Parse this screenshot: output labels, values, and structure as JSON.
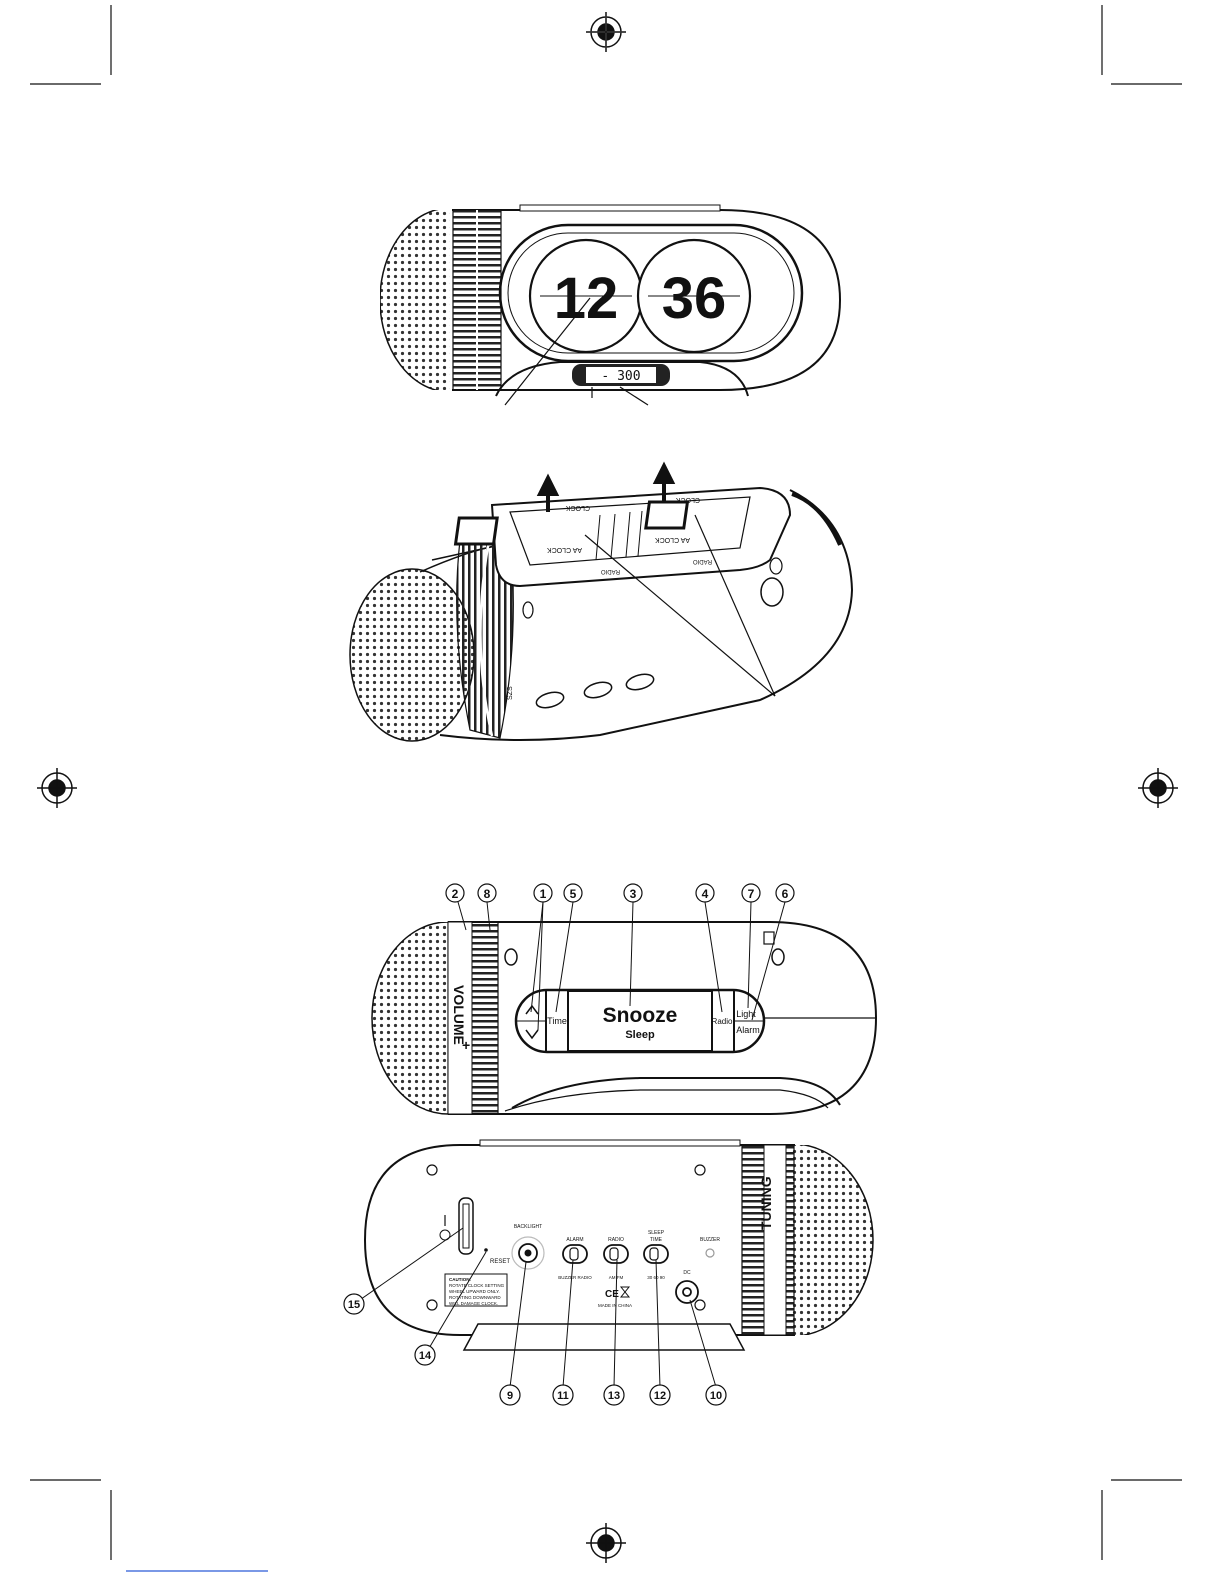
{
  "page": {
    "flip_display": {
      "hours": "12",
      "minutes": "36",
      "lcd": "- 300"
    },
    "battery_tray": {
      "label_top_left": "CLOCK",
      "label_top_right": "CLOCK",
      "label_inner_left": "AA CLOCK",
      "label_inner_right": "AA CLOCK",
      "label_radio_left": "RADIO",
      "label_radio_right": "RADIO",
      "scale_text": "SZS"
    },
    "top_panel": {
      "volume_label": "VOLUME",
      "time_label": "Time",
      "snooze_label": "Snooze",
      "sleep_label": "Sleep",
      "radio_label": "Radio",
      "light_label": "Light",
      "alarm_label": "Alarm",
      "callouts": [
        "2",
        "8",
        "1",
        "5",
        "3",
        "4",
        "7",
        "6"
      ]
    },
    "back_panel": {
      "tuning_label": "TUNING",
      "backlight_label": "BACKLIGHT",
      "alarm_label": "ALARM",
      "alarm_options": "BUZZER  RADIO",
      "radio_label": "RADIO",
      "radio_options": "AM  FM",
      "sleep_label": "SLEEP",
      "sleep_label2": "TIME",
      "sleep_options": "30 60 90",
      "buzzer_label": "BUZZER",
      "dc_label": "DC",
      "reset_label": "RESET",
      "made_in": "MADE IN CHINA",
      "ce_mark": "CE",
      "caution_lines": [
        "CAUTION:",
        "ROTATE CLOCK SETTING",
        "WHEEL UPWARD ONLY.",
        "ROTATING DOWNWARD",
        "WILL DAMAGE CLOCK."
      ],
      "callouts": [
        "15",
        "14",
        "9",
        "11",
        "13",
        "12",
        "10"
      ]
    }
  }
}
